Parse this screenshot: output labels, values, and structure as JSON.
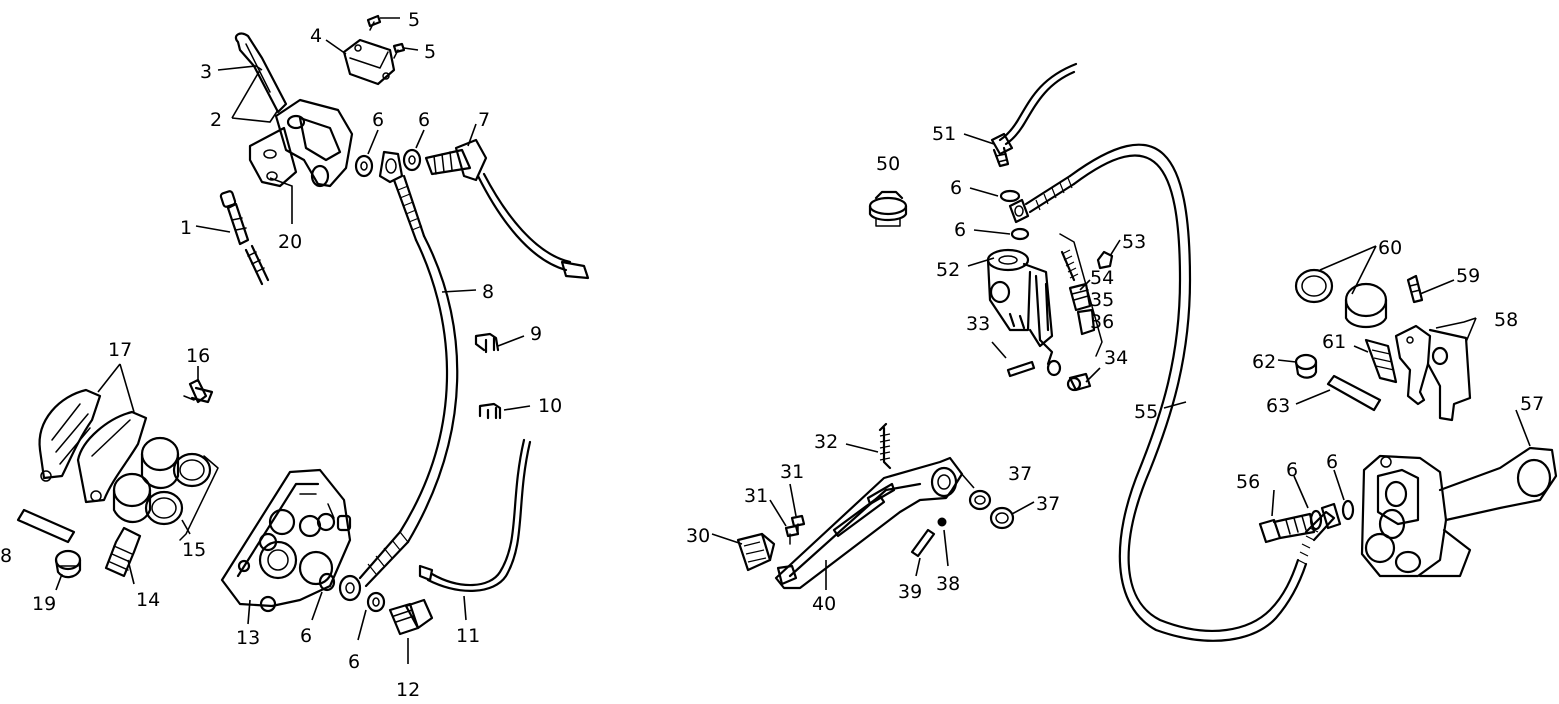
{
  "callouts": [
    {
      "key": "c1",
      "text": "1"
    },
    {
      "key": "c2",
      "text": "2"
    },
    {
      "key": "c3",
      "text": "3"
    },
    {
      "key": "c4",
      "text": "4"
    },
    {
      "key": "c5a",
      "text": "5"
    },
    {
      "key": "c5b",
      "text": "5"
    },
    {
      "key": "c6a",
      "text": "6"
    },
    {
      "key": "c6b",
      "text": "6"
    },
    {
      "key": "c6c",
      "text": "6"
    },
    {
      "key": "c6d",
      "text": "6"
    },
    {
      "key": "c6e",
      "text": "6"
    },
    {
      "key": "c6f",
      "text": "6"
    },
    {
      "key": "c6g",
      "text": "6"
    },
    {
      "key": "c6h",
      "text": "6"
    },
    {
      "key": "c7",
      "text": "7"
    },
    {
      "key": "c8",
      "text": "8"
    },
    {
      "key": "c9",
      "text": "9"
    },
    {
      "key": "c10",
      "text": "10"
    },
    {
      "key": "c11",
      "text": "11"
    },
    {
      "key": "c12",
      "text": "12"
    },
    {
      "key": "c13",
      "text": "13"
    },
    {
      "key": "c14",
      "text": "14"
    },
    {
      "key": "c15",
      "text": "15"
    },
    {
      "key": "c16",
      "text": "16"
    },
    {
      "key": "c17",
      "text": "17"
    },
    {
      "key": "c18",
      "text": "8"
    },
    {
      "key": "c19",
      "text": "19"
    },
    {
      "key": "c20",
      "text": "20"
    },
    {
      "key": "c30",
      "text": "30"
    },
    {
      "key": "c31a",
      "text": "31"
    },
    {
      "key": "c31b",
      "text": "31"
    },
    {
      "key": "c32",
      "text": "32"
    },
    {
      "key": "c33",
      "text": "33"
    },
    {
      "key": "c34",
      "text": "34"
    },
    {
      "key": "c35",
      "text": "35"
    },
    {
      "key": "c36",
      "text": "36"
    },
    {
      "key": "c37a",
      "text": "37"
    },
    {
      "key": "c37b",
      "text": "37"
    },
    {
      "key": "c38",
      "text": "38"
    },
    {
      "key": "c39",
      "text": "39"
    },
    {
      "key": "c40",
      "text": "40"
    },
    {
      "key": "c50",
      "text": "50"
    },
    {
      "key": "c51",
      "text": "51"
    },
    {
      "key": "c52",
      "text": "52"
    },
    {
      "key": "c53",
      "text": "53"
    },
    {
      "key": "c54",
      "text": "54"
    },
    {
      "key": "c55",
      "text": "55"
    },
    {
      "key": "c56",
      "text": "56"
    },
    {
      "key": "c57",
      "text": "57"
    },
    {
      "key": "c58",
      "text": "58"
    },
    {
      "key": "c59",
      "text": "59"
    },
    {
      "key": "c60",
      "text": "60"
    },
    {
      "key": "c61",
      "text": "61"
    },
    {
      "key": "c62",
      "text": "62"
    },
    {
      "key": "c63",
      "text": "63"
    }
  ]
}
